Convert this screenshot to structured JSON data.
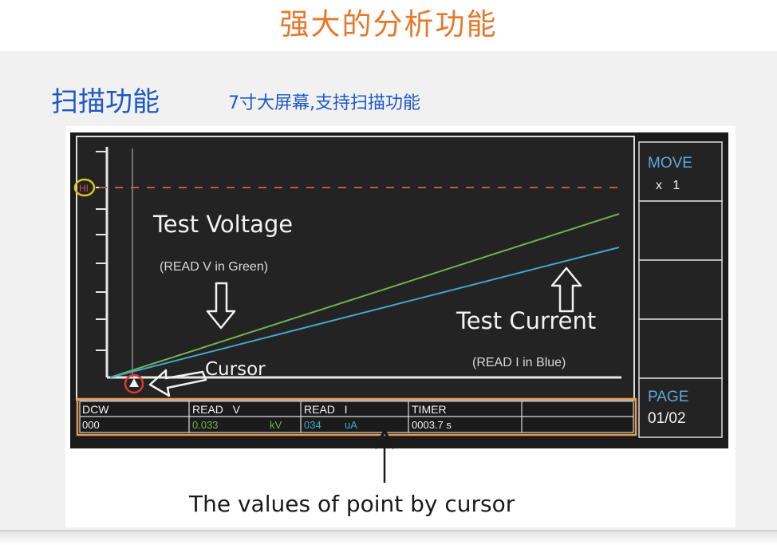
{
  "header": {
    "title": "强大的分析功能"
  },
  "section": {
    "title": "扫描功能",
    "subtitle": "7寸大屏幕,支持扫描功能"
  },
  "screen": {
    "hi_label": "HI",
    "annotations": {
      "test_voltage": "Test Voltage",
      "read_v_note": "(READ V in Green)",
      "test_current": "Test Current",
      "read_i_note": "(READ I in Blue)",
      "cursor": "Cursor",
      "caption": "The values of point by cursor"
    },
    "side_panel": {
      "move_label": "MOVE",
      "move_value": "x   1",
      "page_label": "PAGE",
      "page_value": "01/02"
    },
    "table": {
      "headers": [
        "DCW",
        "READ   V",
        "READ   I",
        "TIMER"
      ],
      "values": [
        "000",
        "0.033",
        "034",
        "0003.7 s"
      ],
      "units": [
        "",
        "kV",
        "uA",
        ""
      ]
    },
    "colors": {
      "voltage_line": "#6fb24f",
      "current_line": "#44a6c9",
      "hi_line": "#c4583f",
      "highlight_orange": "#e59a4f",
      "hi_circle": "#d8c41c",
      "cursor_circle": "#d83a2e",
      "title_orange": "#e8772a",
      "title_blue": "#1d58c8"
    }
  }
}
